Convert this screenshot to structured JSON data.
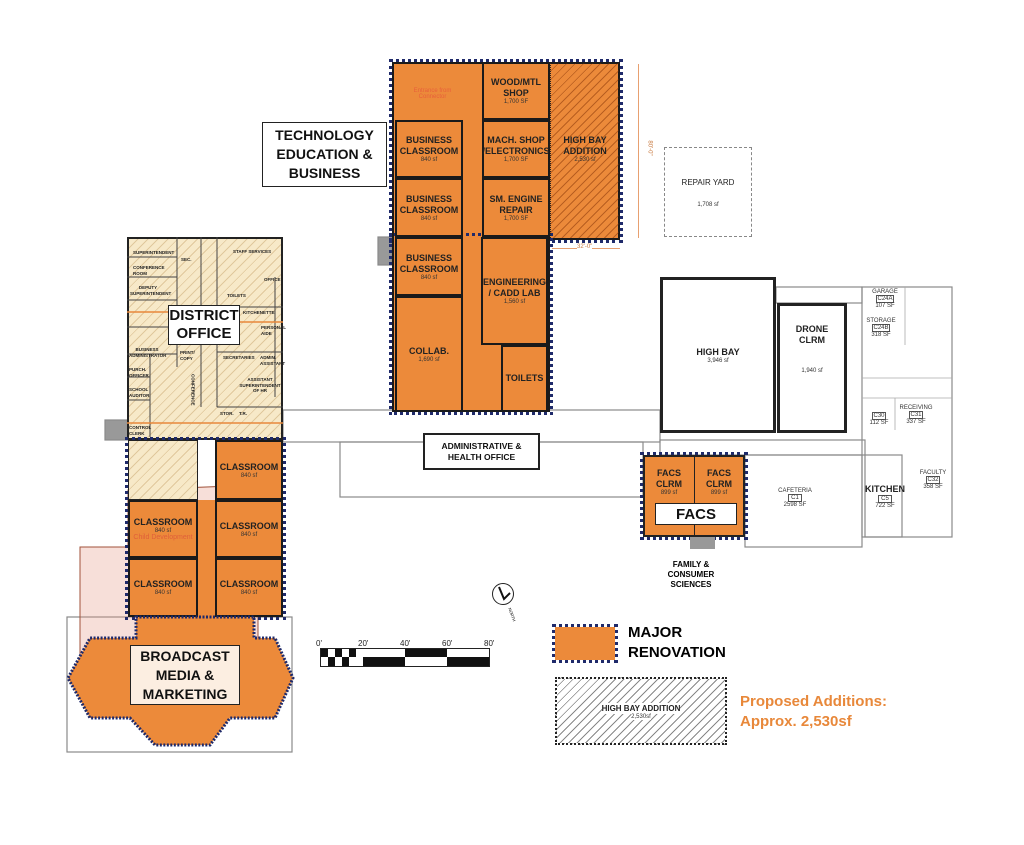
{
  "tech": {
    "label_lines": [
      "TECHNOLOGY",
      "EDUCATION &",
      "BUSINESS"
    ],
    "entrance": "Entrance from Connector",
    "rooms": [
      {
        "name": "BUSINESS CLASSROOM",
        "area": "840 sf"
      },
      {
        "name": "BUSINESS CLASSROOM",
        "area": "840 sf"
      },
      {
        "name": "BUSINESS CLASSROOM",
        "area": "840 sf"
      },
      {
        "name": "COLLAB.",
        "area": "1,690 sf"
      },
      {
        "name": "WOOD/MTL SHOP",
        "area": "1,700 SF"
      },
      {
        "name": "MACH. SHOP /ELECTRONICS",
        "area": "1,700 SF"
      },
      {
        "name": "SM. ENGINE REPAIR",
        "area": "1,700 SF"
      },
      {
        "name": "ENGINEERING / CADD LAB",
        "area": "1,560 sf"
      },
      {
        "name": "TOILETS",
        "area": ""
      },
      {
        "name": "HIGH BAY ADDITION",
        "area": "2,530 sf"
      }
    ],
    "dim_vertical": "80'-0\"",
    "dim_horizontal": "32'-0\""
  },
  "repair_yard": {
    "name": "REPAIR YARD",
    "area": "1,708 sf"
  },
  "district": {
    "label_lines": [
      "DISTRICT",
      "OFFICE"
    ],
    "rooms": [
      "SUPERINTENDENT",
      "CONFERENCE ROOM",
      "DEPUTY SUPERINTENDENT",
      "BUSINESS ADMINISTRATOR",
      "PURCH. OFFICER",
      "SCHOOL AUDITOR",
      "CONTROL CLERK",
      "STAFF SERVICES",
      "OFFICE",
      "TOILETS",
      "KITCHENETTE",
      "PERSONAL AIDE",
      "SECRETARIES",
      "ADMIN. ASSISTANT",
      "ASSISTANT SUPERINTENDENT OF HR",
      "STOR.",
      "T.R.",
      "PRINT/ COPY",
      "CONFERENCE",
      "SEC.",
      "ACCOUNTANT SUITE"
    ]
  },
  "classrooms": [
    {
      "name": "CLASSROOM",
      "area": "840 sf"
    },
    {
      "name": "CLASSROOM",
      "area": "840 sf"
    },
    {
      "name": "CLASSROOM",
      "area": "840 sf"
    },
    {
      "name": "CLASSROOM",
      "area": "840 sf"
    },
    {
      "name": "CLASSROOM",
      "area": "840 sf"
    }
  ],
  "child_dev": "Child Development",
  "broadcast": {
    "label_lines": [
      "BROADCAST",
      "MEDIA &",
      "MARKETING"
    ]
  },
  "admin": {
    "label_lines": [
      "ADMINISTRATIVE &",
      "HEALTH OFFICE"
    ]
  },
  "high_bay": {
    "name": "HIGH BAY",
    "area": "3,946 sf"
  },
  "drone": {
    "name": "DRONE CLRM",
    "area": "1,940 sf"
  },
  "facs": {
    "label": "FACS",
    "rooms": [
      {
        "name": "FACS CLRM",
        "area": "899 sf"
      },
      {
        "name": "FACS CLRM",
        "area": "899 sf"
      }
    ],
    "caption_lines": [
      "FAMILY &",
      "CONSUMER",
      "SCIENCES"
    ]
  },
  "cafeteria": {
    "name": "CAFETERIA",
    "code": "C1",
    "area": "2598 SF"
  },
  "kitchen": {
    "name": "KITCHEN",
    "code": "C5",
    "area": "722 SF"
  },
  "small_rooms": [
    {
      "name": "GARAGE",
      "code": "C24A",
      "area": "107 SF"
    },
    {
      "name": "STORAGE",
      "code": "C24B",
      "area": "318 SF"
    },
    {
      "name": "",
      "code": "C30",
      "area": "112 SF"
    },
    {
      "name": "RECEIVING",
      "code": "C31",
      "area": "337 SF"
    },
    {
      "name": "FACULTY",
      "code": "C32",
      "area": "358 SF"
    }
  ],
  "scale": {
    "ticks": [
      "0'",
      "20'",
      "40'",
      "60'",
      "80'"
    ]
  },
  "north": "NORTH",
  "legend": {
    "major_lines": [
      "MAJOR",
      "RENOVATION"
    ],
    "addition_name": "HIGH BAY ADDITION",
    "addition_area": "2,530sf",
    "proposed_lines": [
      "Proposed Additions:",
      "Approx. 2,530sf"
    ]
  },
  "colors": {
    "orange": "#ec8a3a",
    "accent_text": "#e8883a",
    "navy": "#1f2a6a"
  }
}
